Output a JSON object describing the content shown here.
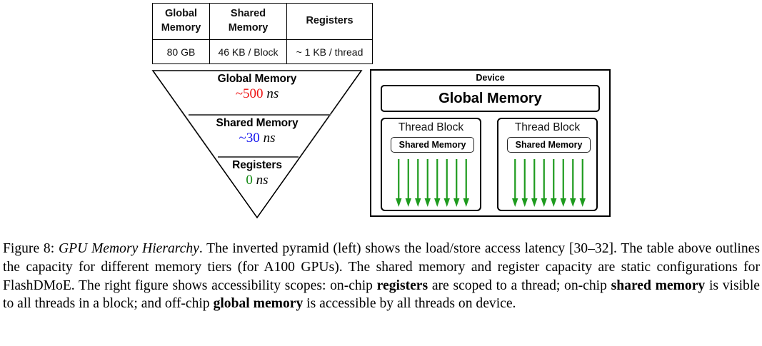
{
  "figure": {
    "capacity_table": {
      "headers": [
        "Global Memory",
        "Shared Memory",
        "Registers"
      ],
      "values": [
        "80 GB",
        "46 KB / Block",
        "~ 1 KB / thread"
      ]
    },
    "pyramid": {
      "tiers": [
        {
          "name": "Global Memory",
          "latency_num": "~500",
          "latency_unit": "ns",
          "color": "#ee1111"
        },
        {
          "name": "Shared Memory",
          "latency_num": "~30",
          "latency_unit": "ns",
          "color": "#1111ee"
        },
        {
          "name": "Registers",
          "latency_num": "0",
          "latency_unit": "ns",
          "color": "#118811"
        }
      ]
    },
    "device": {
      "label": "Device",
      "global_memory_label": "Global Memory",
      "thread_blocks": [
        {
          "title": "Thread Block",
          "shared_memory_label": "Shared Memory",
          "arrow_count": 8
        },
        {
          "title": "Thread Block",
          "shared_memory_label": "Shared Memory",
          "arrow_count": 8
        }
      ],
      "arrow_color": "#1e9b1e"
    }
  },
  "caption": {
    "label": "Figure 8:",
    "title": "GPU Memory Hierarchy",
    "body_1": ". The inverted pyramid (left) shows the load/store access latency [30–32]. The table above outlines the capacity for different memory tiers (for A100 GPUs). The shared memory and register capacity are static configurations for FlashDMoE. The right figure shows accessibility scopes: on-chip ",
    "bold_1": "registers",
    "body_2": " are scoped to a thread; on-chip ",
    "bold_2": "shared memory",
    "body_3": " is visible to all threads in a block; and off-chip ",
    "bold_3": "global memory",
    "body_4": " is accessible by all threads on device."
  }
}
